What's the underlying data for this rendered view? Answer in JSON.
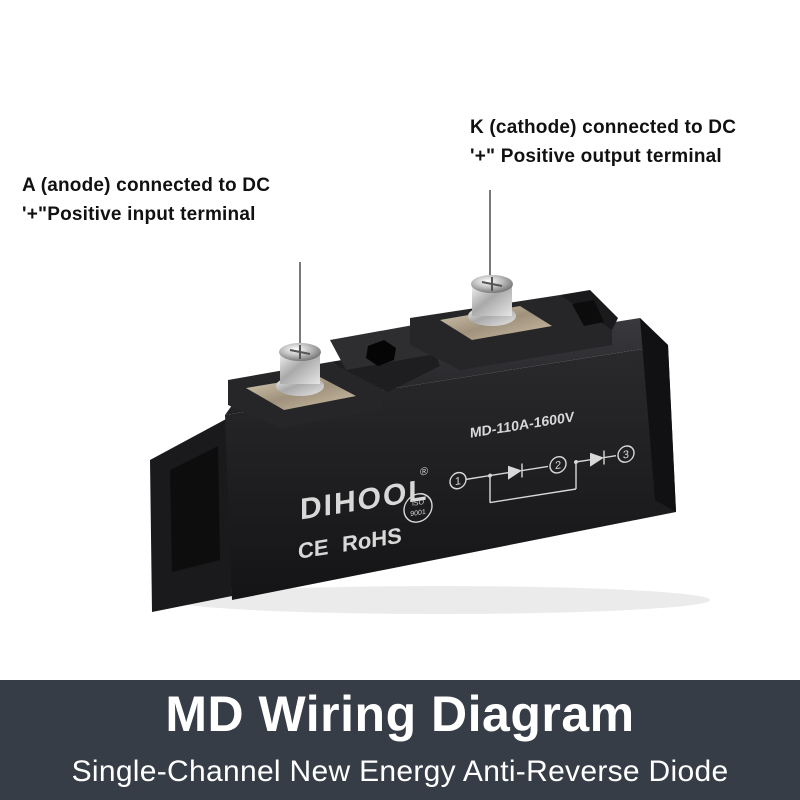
{
  "callouts": {
    "anode": {
      "line1": "A (anode) connected to DC",
      "line2": "'+\"Positive input terminal"
    },
    "cathode": {
      "line1": "K (cathode) connected to DC",
      "line2": "'+\" Positive output terminal"
    }
  },
  "module": {
    "brand": "DIHOOL",
    "registered": "®",
    "model": "MD-110A-1600V",
    "pin1": "1",
    "pin2": "2",
    "pin3": "3",
    "ce_mark": "CE",
    "rohs": "RoHS",
    "iso_top": "ISO",
    "iso_num": "9001"
  },
  "banner": {
    "title": "MD Wiring Diagram",
    "subtitle": "Single-Channel New Energy Anti-Reverse Diode"
  },
  "colors": {
    "banner_bg": "#363d46",
    "module_body": "#1c1c1e",
    "module_print": "#d8d8d8"
  }
}
